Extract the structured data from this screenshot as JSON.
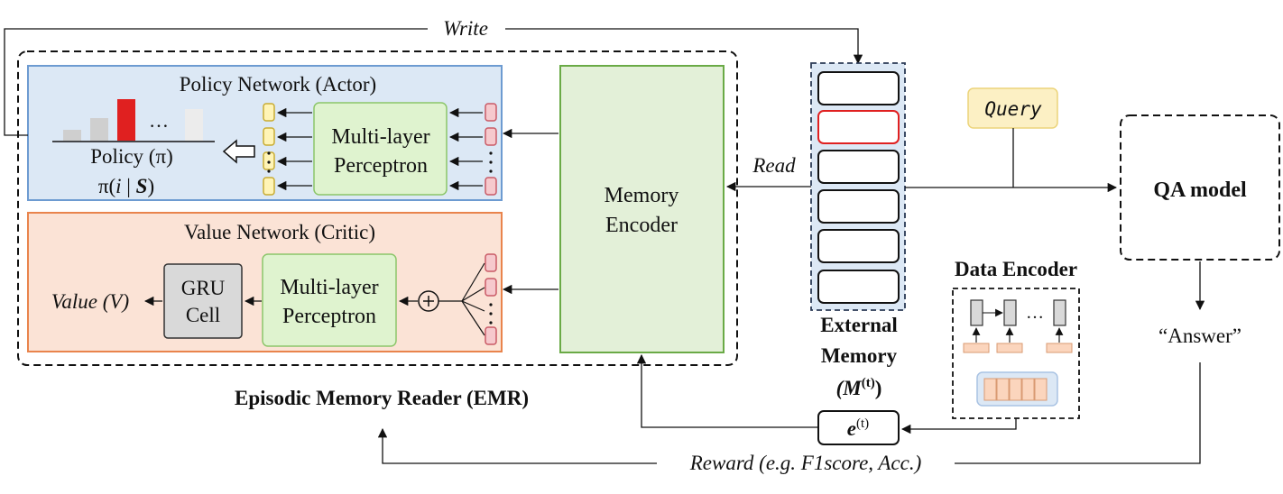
{
  "labels": {
    "write": "Write",
    "read": "Read",
    "policy_title": "Policy Network (Actor)",
    "value_title": "Value Network (Critic)",
    "policy_label": "Policy (π)",
    "policy_formula_prefix": "π(",
    "policy_formula_i": "i",
    "policy_formula_bar": " | ",
    "policy_formula_s": "S",
    "policy_formula_suffix": ")",
    "ellipsis": "…",
    "mlp_line1": "Multi-layer",
    "mlp_line2": "Perceptron",
    "gru_line1": "GRU",
    "gru_line2": "Cell",
    "value_output": "Value (V)",
    "memory_encoder_line1": "Memory",
    "memory_encoder_line2": "Encoder",
    "emr_caption": "Episodic Memory Reader (EMR)",
    "external_line1": "External",
    "external_line2": "Memory",
    "external_line3_base": "(M",
    "external_line3_sup": "(t)",
    "external_line3_end": ")",
    "query": "Query",
    "qa_model": "QA model",
    "answer": "“Answer”",
    "data_encoder": "Data Encoder",
    "e_base": "e",
    "e_sup": "(t)",
    "reward": "Reward (e.g. F1score, Acc.)"
  },
  "colors": {
    "policy_fill": "#dce8f5",
    "policy_border": "#6d9bd1",
    "value_fill": "#fbe3d6",
    "value_border": "#e9844c",
    "green_fill": "#dff3cf",
    "green_border": "#8cc66a",
    "encoder_fill": "#e3f0d8",
    "encoder_border": "#6aaa46",
    "query_fill": "#fcf0c4",
    "query_border": "#ecd47a",
    "pink_fill": "#f6c9cd",
    "pink_border": "#c95a66",
    "yellow_fill": "#fff4b6",
    "yellow_border": "#c9ac32",
    "red": "#e02020",
    "gray_fill": "#d9d9d9",
    "peach_fill": "#fbd5bd",
    "blue_fill": "#dce8f5"
  }
}
